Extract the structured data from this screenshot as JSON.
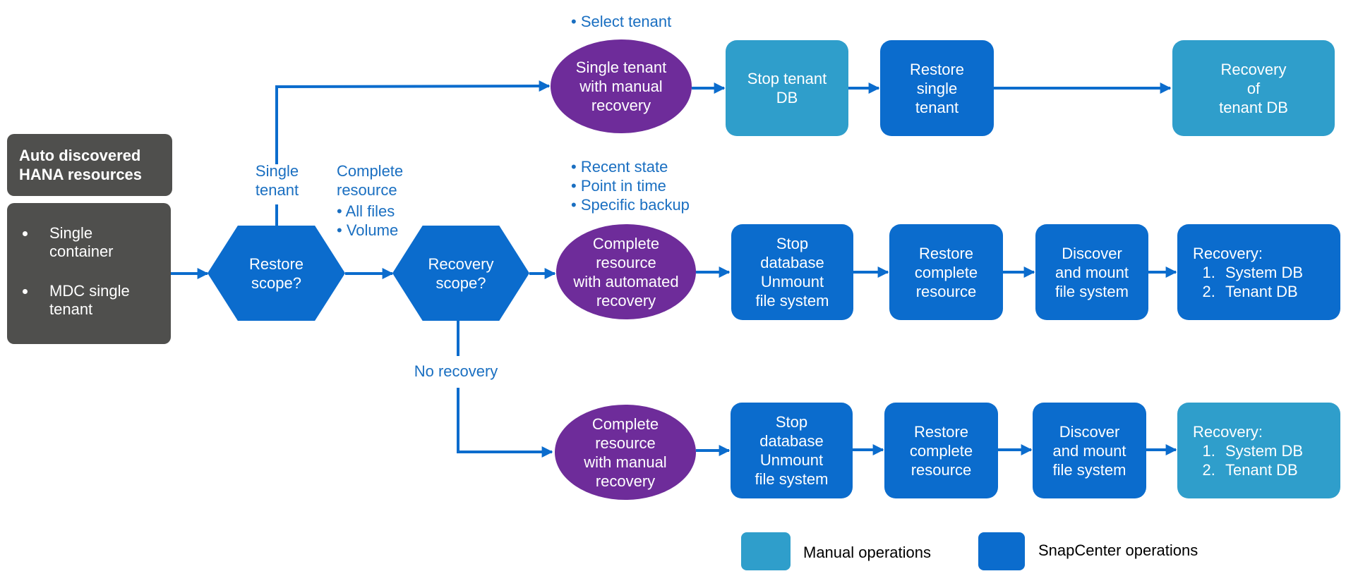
{
  "colors": {
    "manual": "#2f9ecb",
    "snapcenter": "#0b6ccd",
    "ellipse": "#6e2c9a",
    "dark_box": "#4f4f4d",
    "arrow": "#0b6ccd",
    "label_text": "#1a6fc1"
  },
  "source": {
    "header": "Auto discovered\nHANA resources",
    "items": [
      "Single\ncontainer",
      "MDC single\ntenant"
    ]
  },
  "decisions": {
    "restore_scope": "Restore\nscope?",
    "recovery_scope": "Recovery\nscope?"
  },
  "edge_labels": {
    "single_tenant": "Single\ntenant",
    "complete_resource": "Complete\nresource",
    "complete_resource_options": [
      "All files",
      "Volume"
    ],
    "no_recovery": "No recovery",
    "select_tenant": [
      "Select tenant"
    ],
    "recovery_options": [
      "Recent state",
      "Point in time",
      "Specific backup"
    ]
  },
  "rows": {
    "tenant": {
      "start": "Single tenant\nwith manual\nrecovery",
      "stop": "Stop tenant\nDB",
      "restore": "Restore\nsingle\ntenant",
      "recovery": "Recovery\nof\ntenant DB"
    },
    "automated": {
      "start": "Complete\nresource\nwith automated\nrecovery",
      "stop": "Stop\ndatabase\nUnmount\nfile system",
      "restore": "Restore\ncomplete\nresource",
      "discover": "Discover\nand mount\nfile system",
      "recovery_title": "Recovery:",
      "recovery_steps": [
        "System DB",
        "Tenant DB"
      ]
    },
    "manual": {
      "start": "Complete\nresource\nwith manual\nrecovery",
      "stop": "Stop\ndatabase\nUnmount\nfile system",
      "restore": "Restore\ncomplete\nresource",
      "discover": "Discover\nand mount\nfile system",
      "recovery_title": "Recovery:",
      "recovery_steps": [
        "System DB",
        "Tenant DB"
      ]
    }
  },
  "legend": {
    "manual": "Manual operations",
    "snapcenter": "SnapCenter operations"
  }
}
